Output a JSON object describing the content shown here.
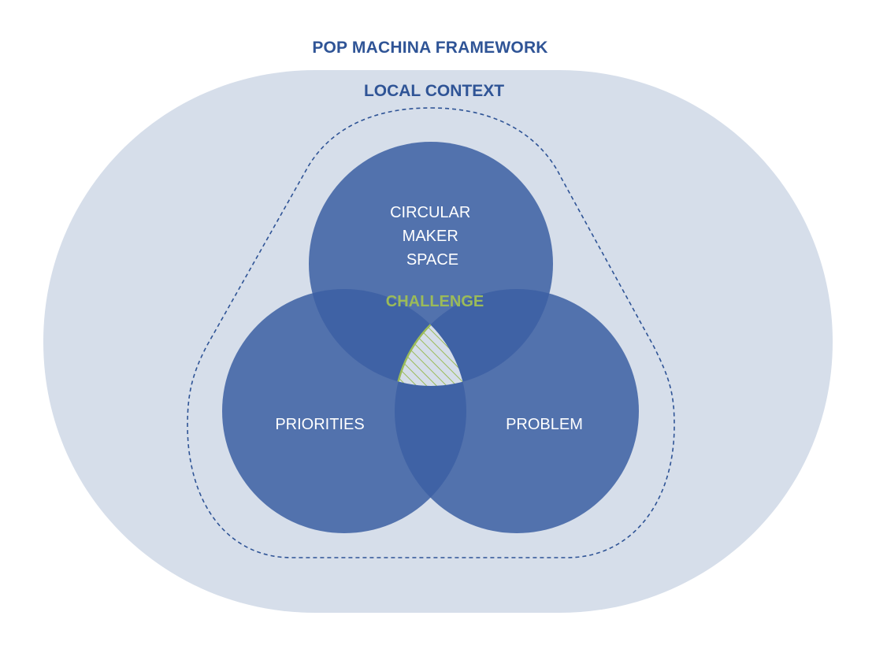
{
  "diagram": {
    "title": "POP MACHINA FRAMEWORK",
    "outer_region": {
      "label": "LOCAL CONTEXT",
      "color": "#d6deea"
    },
    "boundary": {
      "style": "dashed",
      "color": "#2f5496"
    },
    "circles": [
      {
        "id": "top",
        "lines": [
          "CIRCULAR",
          "MAKER",
          "SPACE"
        ]
      },
      {
        "id": "left",
        "lines": [
          "PRIORITIES"
        ]
      },
      {
        "id": "right",
        "lines": [
          "PROBLEM"
        ]
      }
    ],
    "circle_color": "#4a69a8",
    "intersection": {
      "label": "CHALLENGE",
      "color": "#9bbb59",
      "fill": "#d6deea",
      "pattern": "diagonal-hatch"
    }
  }
}
